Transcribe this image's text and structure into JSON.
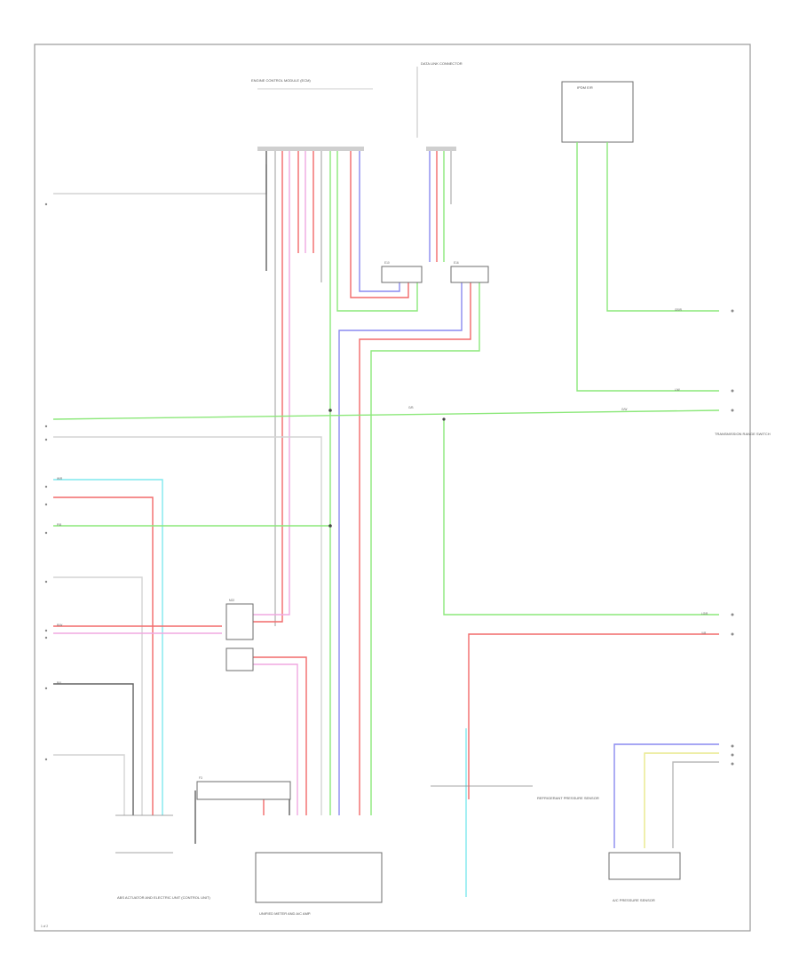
{
  "diagram": {
    "page_ref": "1 of 2",
    "components": {
      "ecm": "ENGINE CONTROL MODULE (ECM)",
      "data_link": "DATA LINK CONNECTOR",
      "ipdm": "IPDM E/R",
      "abs": "ABS ACTUATOR AND ELECTRIC UNIT (CONTROL UNIT)",
      "unified_meter": "UNIFIED METER AND A/C AMP.",
      "transmission_range": "TRANSMISSION RANGE SWITCH",
      "refrigerant_sensor": "REFRIGERANT PRESSURE SENSOR",
      "pressure_sensor": "A/C PRESSURE SENSOR"
    },
    "connectors": {
      "c1": "E10",
      "c2": "E16",
      "c3": "M22",
      "c4": "F3"
    },
    "wire_codes": [
      "GR/R",
      "L/W",
      "G/B",
      "W/R",
      "P/B",
      "LG/B",
      "Y/R",
      "R/W",
      "G/W",
      "B/Y"
    ]
  }
}
